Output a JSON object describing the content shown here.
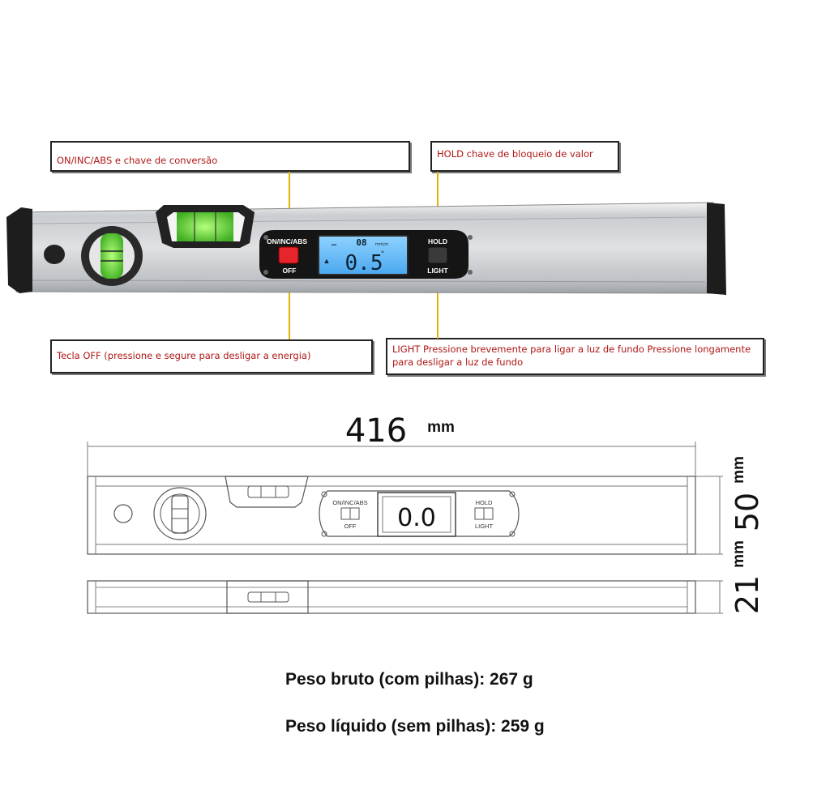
{
  "callouts": {
    "mode_key": "ON/INC/ABS e chave de conversão",
    "hold_key": "HOLD chave de bloqueio de valor",
    "off_key": "Tecla OFF (pressione e segure para desligar a energia)",
    "light_key": "LIGHT Pressione brevemente para ligar a luz de fundo Pressione longamente para desligar a luz de fundo"
  },
  "device": {
    "mode_label": "ON/INC/ABS",
    "off_label": "OFF",
    "hold_label": "HOLD",
    "light_label": "LIGHT",
    "lcd_top": "08",
    "lcd_unit": "mm/m",
    "lcd_main": "0.5",
    "lcd_degree": "°",
    "lcd_batt": "▪▪▪",
    "lcd_arrow": "▲"
  },
  "drawing": {
    "length_value": "416",
    "length_unit": "mm",
    "height_value": "50",
    "height_unit": "mm",
    "depth_value": "21",
    "depth_unit": "mm",
    "display_value": "0.0",
    "mode_label": "ON/INC/ABS",
    "off_label": "OFF",
    "hold_label": "HOLD",
    "light_label": "LIGHT"
  },
  "weights": {
    "gross": "Peso bruto (com pilhas): 267 g",
    "net": "Peso líquido (sem pilhas): 259 g"
  },
  "colors": {
    "callout_text": "#b01616",
    "leader": "#e0b400",
    "lcd_bg": "#6ec3ff",
    "off_button": "#e5242b",
    "level_vial": "#6ad83a"
  }
}
